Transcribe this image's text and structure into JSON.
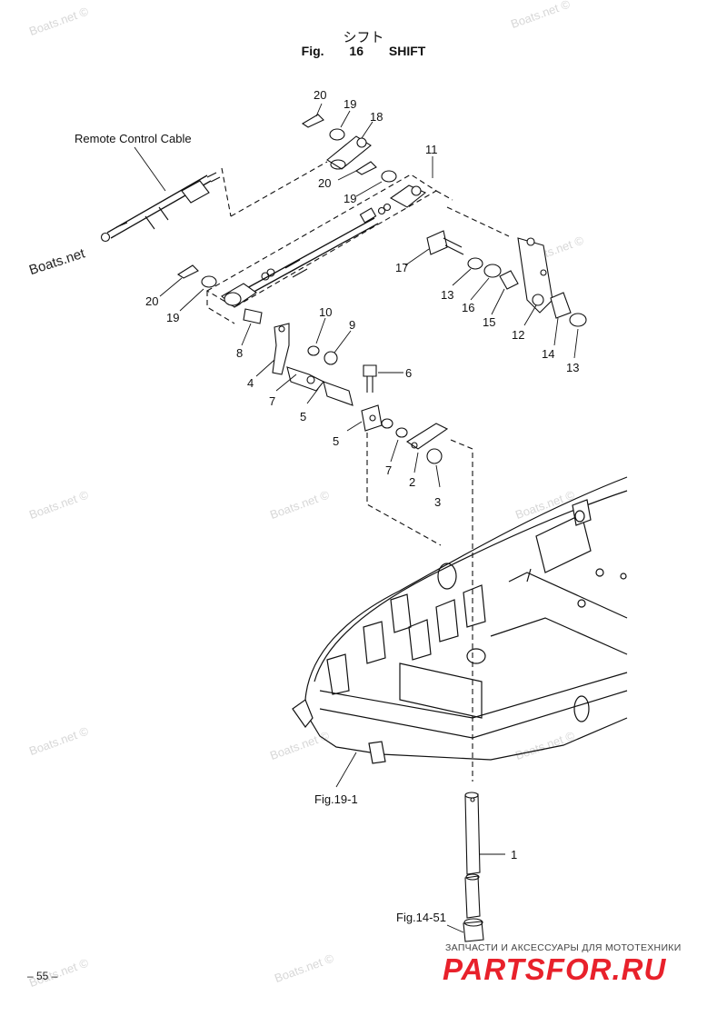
{
  "header": {
    "title_jp": "シフト",
    "fig_label": "Fig. 16",
    "fig_name": "SHIFT"
  },
  "callouts": {
    "remote_cable": "Remote Control Cable",
    "fig19": "Fig.19-1",
    "fig14": "Fig.14-51"
  },
  "parts": {
    "p1": "1",
    "p2": "2",
    "p3": "3",
    "p4": "4",
    "p5a": "5",
    "p5b": "5",
    "p6": "6",
    "p7a": "7",
    "p7b": "7",
    "p8": "8",
    "p9": "9",
    "p10": "10",
    "p11": "11",
    "p12": "12",
    "p13a": "13",
    "p13b": "13",
    "p14": "14",
    "p15": "15",
    "p16": "16",
    "p17": "17",
    "p18": "18",
    "p19a": "19",
    "p19b": "19",
    "p19c": "19",
    "p20a": "20",
    "p20b": "20",
    "p20c": "20"
  },
  "watermark": "Boats.net ©",
  "watermark_main": "Boats.net",
  "footer": {
    "page_number": "– 55 –",
    "brand_tagline": "ЗАПЧАСТИ И АКСЕССУАРЫ ДЛЯ МОТОТЕХНИКИ",
    "brand_logo": "PARTSFOR.RU"
  }
}
